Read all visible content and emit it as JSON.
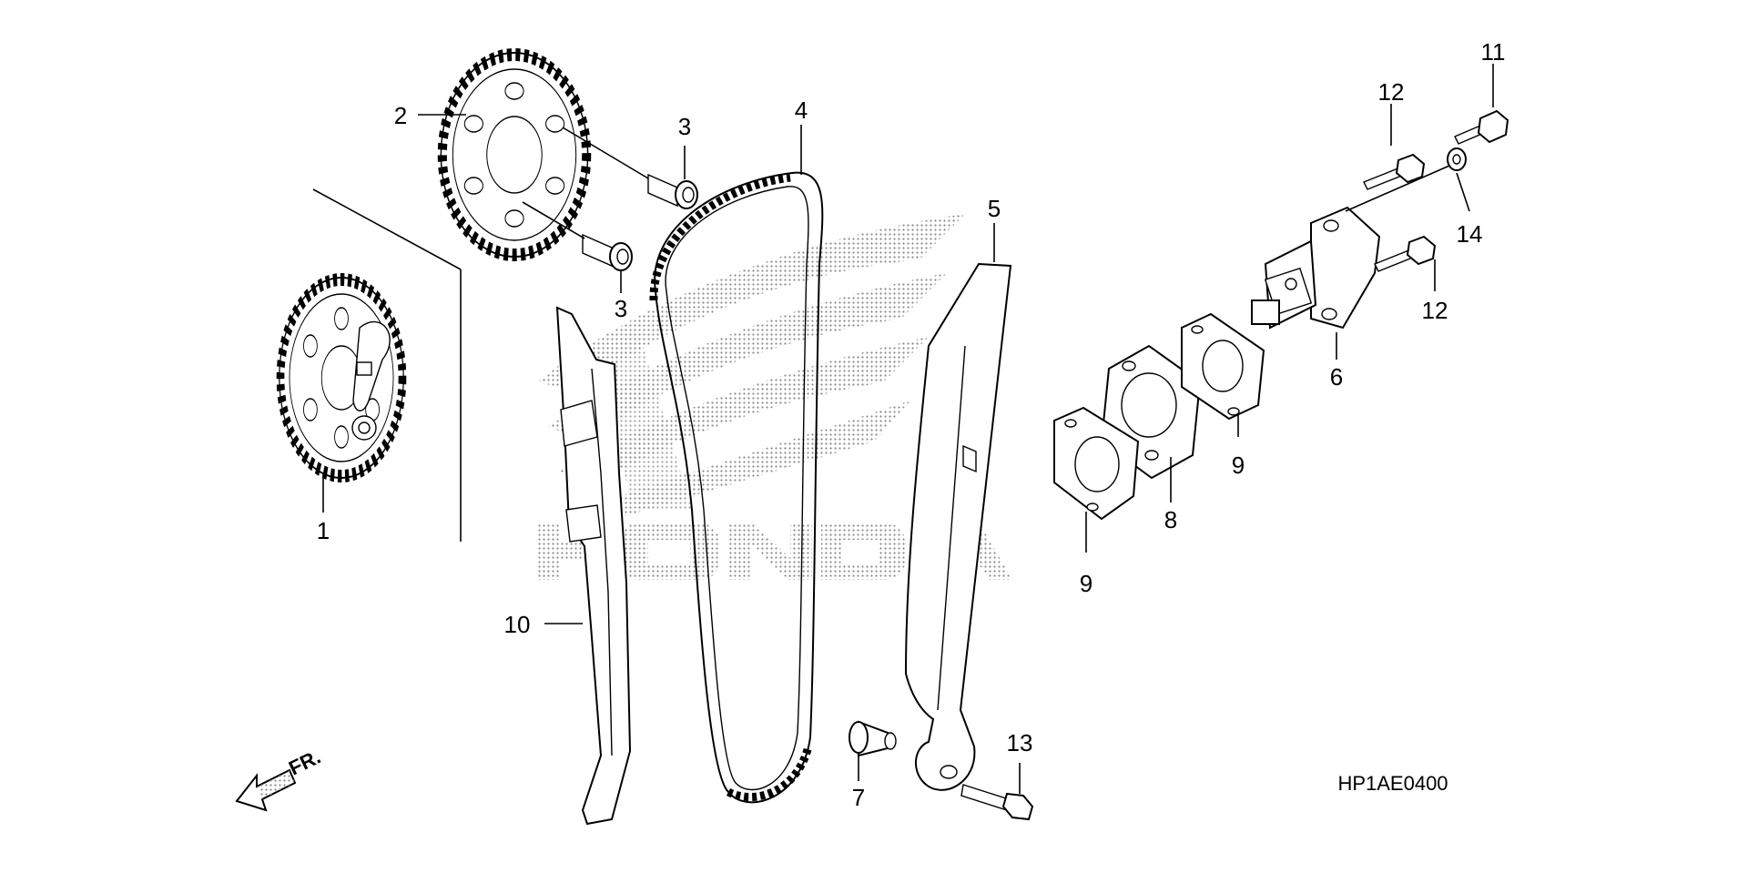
{
  "diagram_code": "HP1AE0400",
  "front_label": "FR.",
  "watermark": {
    "brand": "HONDA",
    "color": "#9a9a9a"
  },
  "callouts": {
    "c1": "1",
    "c2": "2",
    "c3a": "3",
    "c3b": "3",
    "c4": "4",
    "c5": "5",
    "c6": "6",
    "c7": "7",
    "c8": "8",
    "c9a": "9",
    "c9b": "9",
    "c10": "10",
    "c11": "11",
    "c12a": "12",
    "c12b": "12",
    "c13": "13",
    "c14": "14"
  },
  "colors": {
    "line": "#000000",
    "background": "#ffffff"
  }
}
